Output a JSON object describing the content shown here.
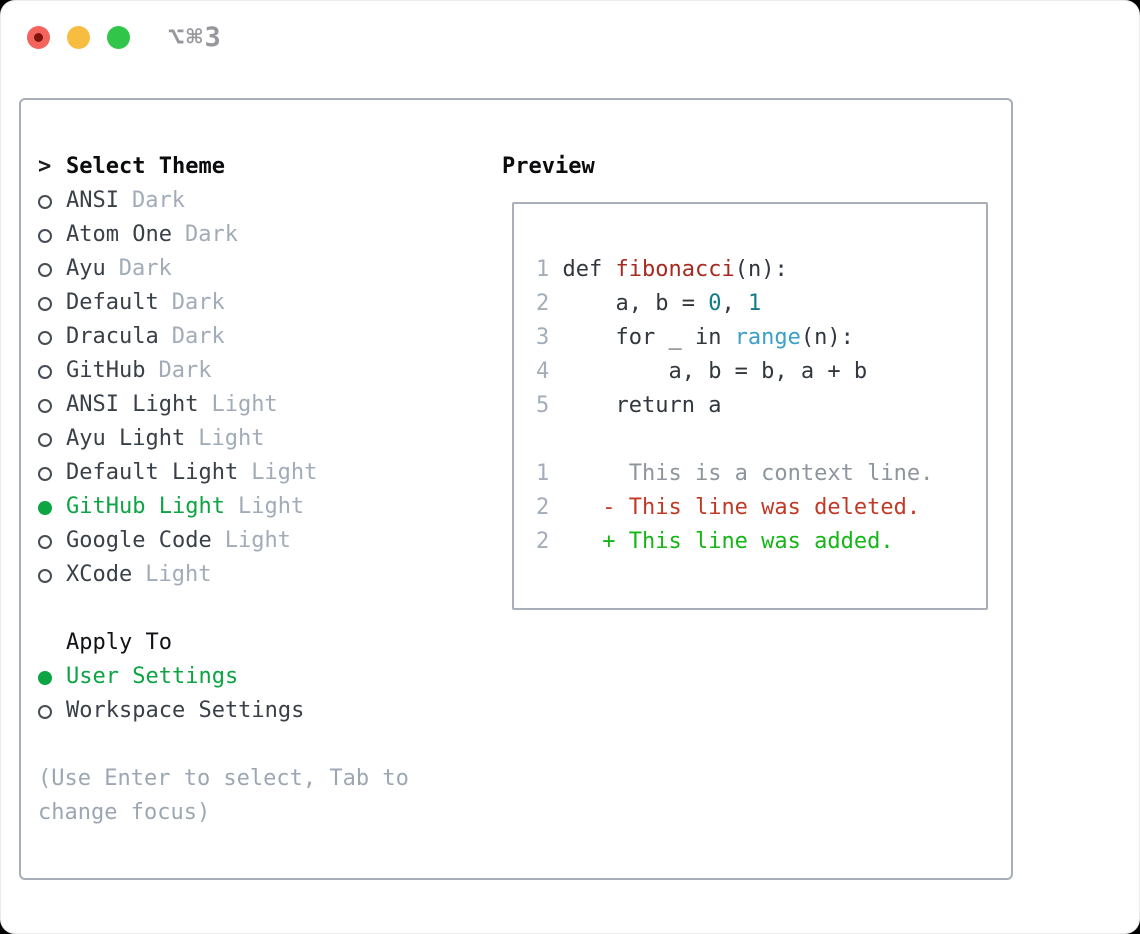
{
  "titlebar": {
    "title": "⌥⌘3",
    "traffic_lights": {
      "close_color": "#f4635c",
      "close_dot_color": "#7e140c",
      "minimize_color": "#f7bd40",
      "zoom_color": "#31c64a"
    }
  },
  "palette": {
    "panel_border": "#a9afb9",
    "header_text": "#0a0b0d",
    "item_text": "#3a4048",
    "muted_text": "#a2acb8",
    "hint_text": "#9da7b3",
    "selection_green": "#0da443",
    "code_fg": "#31373e",
    "code_func_red": "#a62a20",
    "code_number_teal": "#0e7e87",
    "code_call_blue": "#3b9fc6",
    "gutter": "#a3adb9",
    "diff_context_gray": "#8e959e",
    "diff_deleted_red": "#c23a27",
    "diff_added_green": "#16b616"
  },
  "selector": {
    "header_prefix": ">",
    "header": "Select Theme",
    "themes": [
      {
        "name": "ANSI",
        "tag": "Dark",
        "selected": false
      },
      {
        "name": "Atom One",
        "tag": "Dark",
        "selected": false
      },
      {
        "name": "Ayu",
        "tag": "Dark",
        "selected": false
      },
      {
        "name": "Default",
        "tag": "Dark",
        "selected": false
      },
      {
        "name": "Dracula",
        "tag": "Dark",
        "selected": false
      },
      {
        "name": "GitHub",
        "tag": "Dark",
        "selected": false
      },
      {
        "name": "ANSI Light",
        "tag": "Light",
        "selected": false
      },
      {
        "name": "Ayu Light",
        "tag": "Light",
        "selected": false
      },
      {
        "name": "Default Light",
        "tag": "Light",
        "selected": false
      },
      {
        "name": "GitHub Light",
        "tag": "Light",
        "selected": true
      },
      {
        "name": "Google Code",
        "tag": "Light",
        "selected": false
      },
      {
        "name": "XCode",
        "tag": "Light",
        "selected": false
      }
    ],
    "apply_header": "Apply To",
    "apply_options": [
      {
        "name": "User Settings",
        "selected": true
      },
      {
        "name": "Workspace Settings",
        "selected": false
      }
    ],
    "hint_lines": [
      "(Use Enter to select, Tab to",
      "change focus)"
    ]
  },
  "preview": {
    "label": "Preview",
    "lines": [
      {
        "num": "1",
        "segments": [
          {
            "text": "def ",
            "color": "code_fg"
          },
          {
            "text": "fibonacci",
            "color": "code_func_red"
          },
          {
            "text": "(n):",
            "color": "code_fg"
          }
        ]
      },
      {
        "num": "2",
        "segments": [
          {
            "text": "    a, b = ",
            "color": "code_fg"
          },
          {
            "text": "0",
            "color": "code_number_teal"
          },
          {
            "text": ", ",
            "color": "code_fg"
          },
          {
            "text": "1",
            "color": "code_number_teal"
          }
        ]
      },
      {
        "num": "3",
        "segments": [
          {
            "text": "    for _ in ",
            "color": "code_fg"
          },
          {
            "text": "range",
            "color": "code_call_blue"
          },
          {
            "text": "(n):",
            "color": "code_fg"
          }
        ]
      },
      {
        "num": "4",
        "segments": [
          {
            "text": "        a, b = b, a + b",
            "color": "code_fg"
          }
        ]
      },
      {
        "num": "5",
        "segments": [
          {
            "text": "    return a",
            "color": "code_fg"
          }
        ]
      },
      {
        "num": "",
        "segments": []
      },
      {
        "num": "1",
        "segments": [
          {
            "text": "     This is a context line.",
            "color": "diff_context_gray"
          }
        ]
      },
      {
        "num": "2",
        "segments": [
          {
            "text": "   - This line was deleted.",
            "color": "diff_deleted_red"
          }
        ]
      },
      {
        "num": "2",
        "segments": [
          {
            "text": "   + This line was added.",
            "color": "diff_added_green"
          }
        ]
      }
    ]
  }
}
